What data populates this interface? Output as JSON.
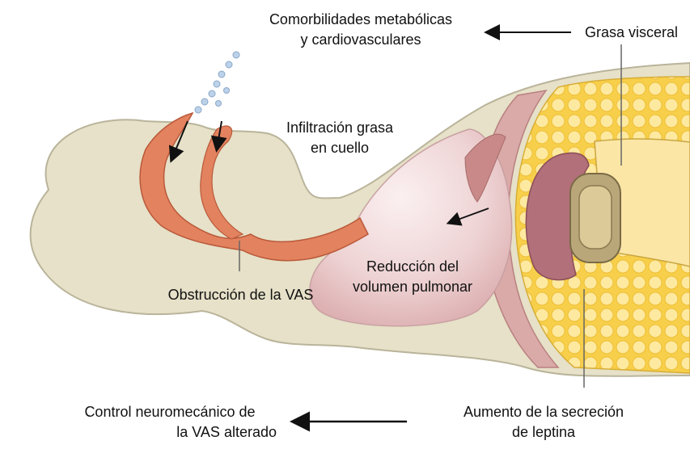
{
  "labels": {
    "comorbidities": [
      "Comorbilidades metabólicas",
      "y cardiovasculares"
    ],
    "visceral_fat": [
      "Grasa visceral"
    ],
    "neck_fat": [
      "Infiltración grasa",
      "en cuello"
    ],
    "lung_volume": [
      "Reducción del",
      "volumen pulmonar"
    ],
    "airway_obstruction": [
      "Obstrucción de la VAS"
    ],
    "neuromechanical": [
      "Control neuromecánico de",
      "la VAS alterado"
    ],
    "leptin": [
      "Aumento de la secreción",
      "de leptina"
    ]
  },
  "colors": {
    "body": "#e6e1c8",
    "body_outline": "#b9b49a",
    "airway": "#e3825f",
    "lung": "#eed3d4",
    "lung_dark": "#c98988",
    "fat_yellow": "#f7cf4a",
    "fat_light": "#fde99a",
    "organ_purple": "#b2707a",
    "organ_brown": "#8c7a52",
    "arrow": "#111111"
  }
}
